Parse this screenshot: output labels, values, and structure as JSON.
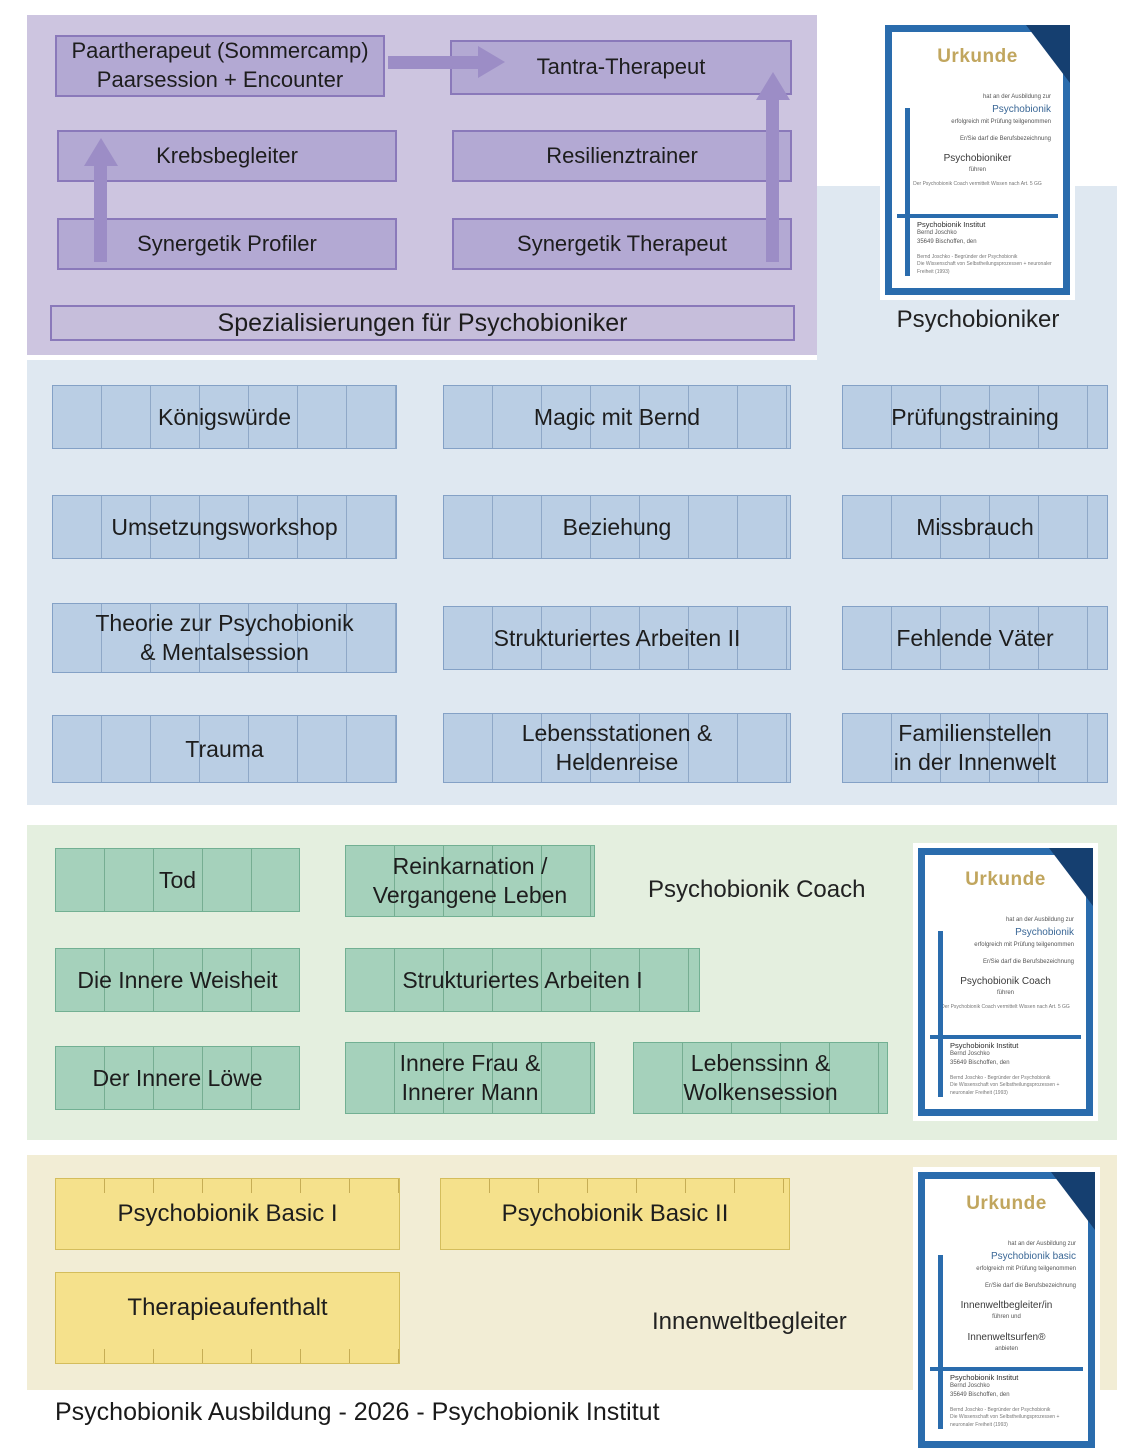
{
  "caption": "Psychobionik Ausbildung - 2026 - Psychobionik Institut",
  "specializations": {
    "banner": "Spezialisierungen für Psychobioniker",
    "items": [
      "Paartherapeut (Sommercamp)\nPaarsession + Encounter",
      "Tantra-Therapeut",
      "Krebsbegleiter",
      "Resilienztrainer",
      "Synergetik Profiler",
      "Synergetik Therapeut"
    ]
  },
  "levels": {
    "psychobioniker": {
      "name": "Psychobioniker",
      "courses": [
        "Königswürde",
        "Magic mit Bernd",
        "Prüfungstraining",
        "Umsetzungsworkshop",
        "Beziehung",
        "Missbrauch",
        "Theorie zur Psychobionik\n& Mentalsession",
        "Strukturiertes Arbeiten II",
        "Fehlende Väter",
        "Trauma",
        "Lebensstationen &\nHeldenreise",
        "Familienstellen\nin der Innenwelt"
      ]
    },
    "coach": {
      "name": "Psychobionik Coach",
      "courses": [
        "Tod",
        "Reinkarnation /\nVergangene Leben",
        "Die Innere Weisheit",
        "Strukturiertes Arbeiten I",
        "Der Innere Löwe",
        "Innere Frau &\nInnerer Mann",
        "Lebenssinn &\nWolkensession"
      ]
    },
    "basic": {
      "name": "Innenweltbegleiter",
      "courses": [
        "Psychobionik Basic I",
        "Psychobionik Basic II",
        "Therapieaufenthalt"
      ]
    }
  },
  "certificates": {
    "psychobioniker": {
      "title": "Urkunde",
      "intro": "hat an der Ausbildung zur",
      "brand": "Psychobionik",
      "result": "erfolgreich mit Prüfung teilgenommen",
      "entitle": "Er/Sie darf die Berufsbezeichnung",
      "role": "Psychobioniker",
      "verb": "führen",
      "note": "Der Psychobionik Coach vermittelt Wissen nach Art. 5 GG",
      "institute": "Psychobionik Institut",
      "institute_line2": "Bernd Joschko",
      "institute_line3": "35649 Bischoffen, den",
      "footer1": "Bernd Joschko - Begründer der Psychobionik",
      "footer2": "Die Wissenschaft von Selbstheilungsprozessen + neuronaler Freiheit (1993)"
    },
    "coach": {
      "title": "Urkunde",
      "intro": "hat an der Ausbildung zur",
      "brand": "Psychobionik",
      "result": "erfolgreich mit Prüfung teilgenommen",
      "entitle": "Er/Sie darf die Berufsbezeichnung",
      "role": "Psychobionik Coach",
      "verb": "führen",
      "note": "Der Psychobionik Coach vermittelt Wissen nach Art. 5 GG",
      "institute": "Psychobionik Institut",
      "institute_line2": "Bernd Joschko",
      "institute_line3": "35649 Bischoffen, den",
      "footer1": "Bernd Joschko - Begründer der Psychobionik",
      "footer2": "Die Wissenschaft von Selbstheilungsprozessen + neuronaler Freiheit (1993)"
    },
    "basic": {
      "title": "Urkunde",
      "intro": "hat an der Ausbildung zur",
      "brand": "Psychobionik basic",
      "result": "erfolgreich mit Prüfung teilgenommen",
      "entitle": "Er/Sie darf die Berufsbezeichnung",
      "role": "Innenweltbegleiter/in",
      "verb": "führen und",
      "role2": "Innenweltsurfen®",
      "verb2": "anbieten",
      "institute": "Psychobionik Institut",
      "institute_line2": "Bernd Joschko",
      "institute_line3": "35649 Bischoffen, den",
      "footer1": "Bernd Joschko - Begründer der Psychobionik",
      "footer2": "Die Wissenschaft von Selbstheilungsprozessen + neuronaler Freiheit (1993)"
    }
  },
  "colors": {
    "purple_panel": "#cdc5e0",
    "purple_box": "#b3a9d3",
    "purple_border": "#8a79ba",
    "arrow": "#9c8dc6",
    "blue_band": "#dfe8f1",
    "blue_box": "#bacee4",
    "green_band": "#e4efdf",
    "green_box": "#a5d1bb",
    "yellow_band": "#f2edd5",
    "yellow_box": "#f5e18c",
    "cert_frame": "#2a6cad",
    "cert_gold": "#c1a65e",
    "text": "#1d1d1d"
  }
}
